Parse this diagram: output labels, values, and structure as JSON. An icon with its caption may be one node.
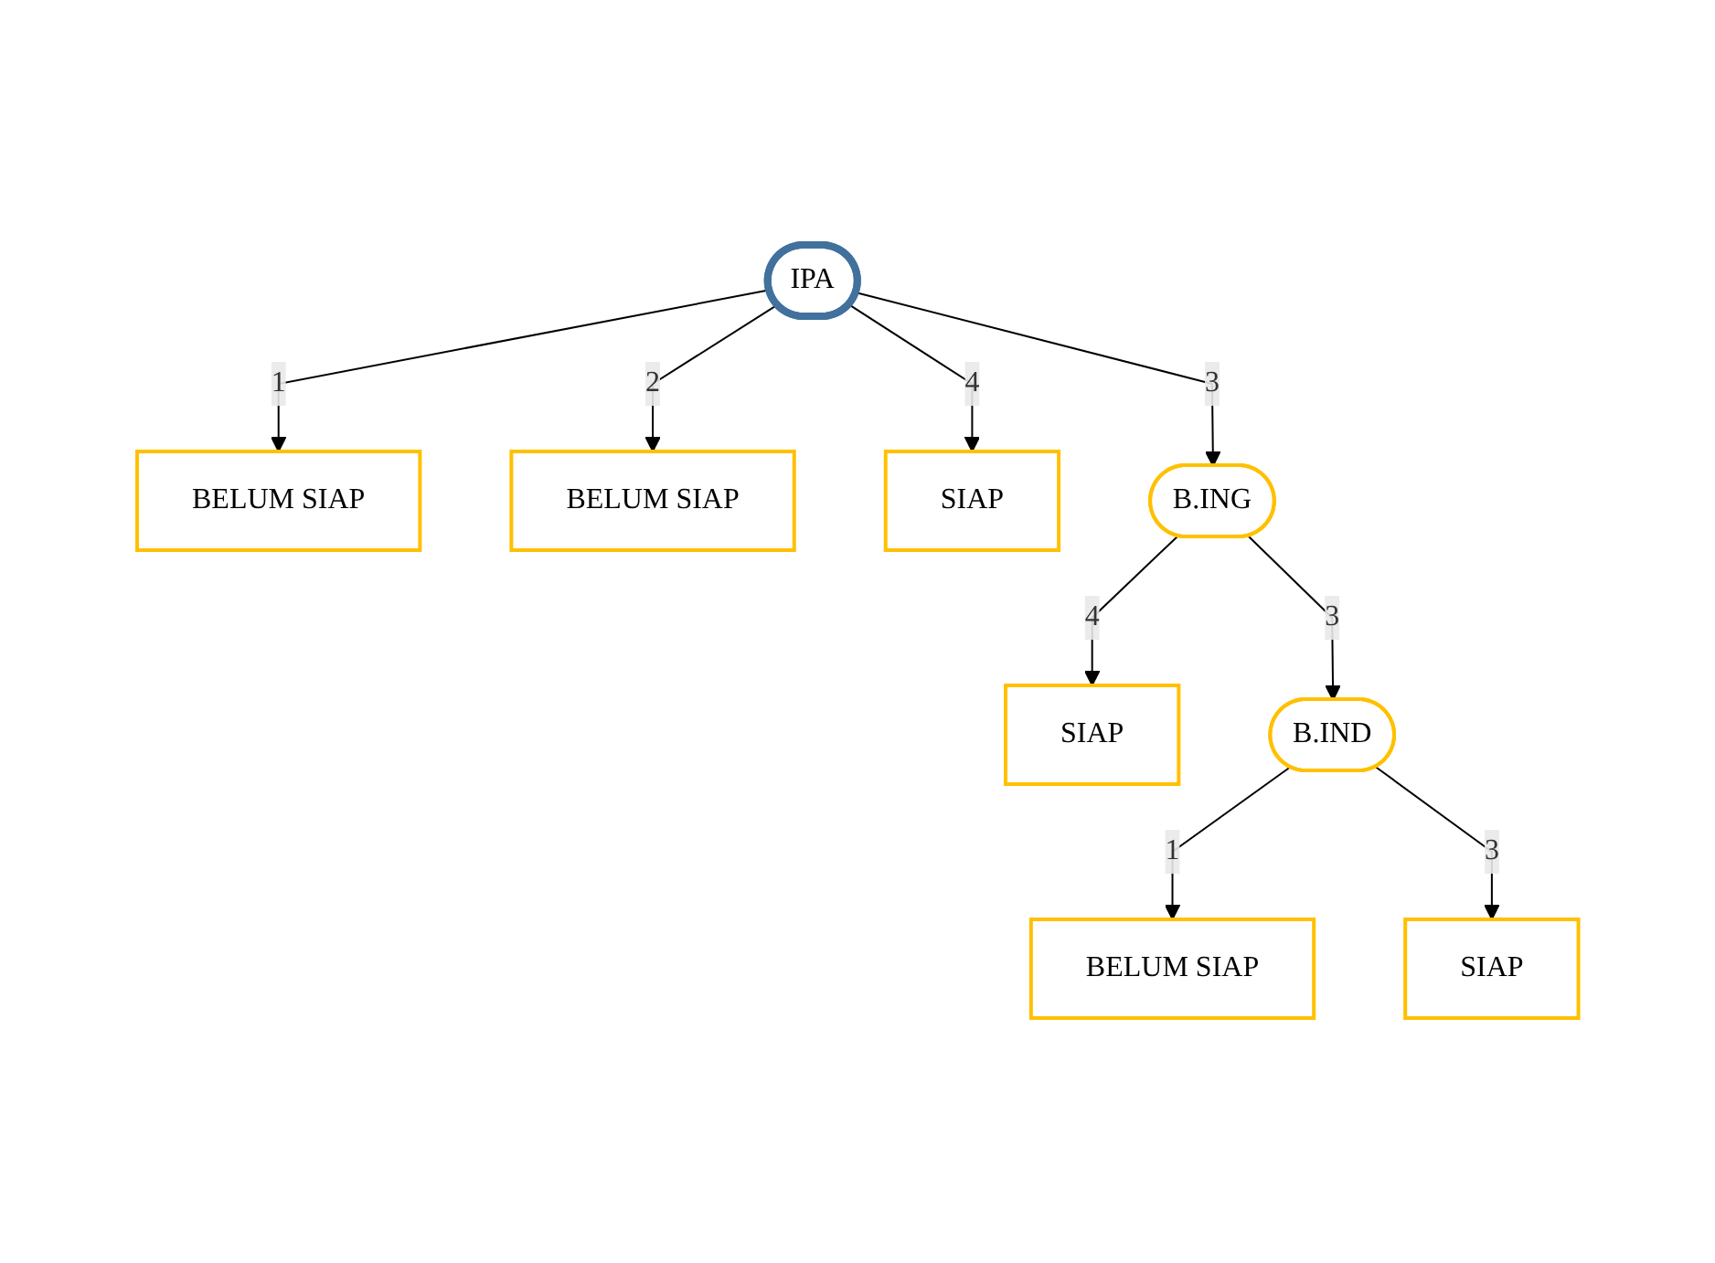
{
  "diagram": {
    "nodes": [
      {
        "text": [
          "IPA"
        ]
      },
      {
        "text": [
          "BELUM SIAP"
        ]
      },
      {
        "text": [
          "BELUM SIAP"
        ]
      },
      {
        "text": [
          "SIAP"
        ]
      },
      {
        "text": [
          "B.ING"
        ]
      },
      {
        "text": [
          "SIAP"
        ]
      },
      {
        "text": [
          "B.IND"
        ]
      },
      {
        "text": [
          "BELUM SIAP"
        ]
      },
      {
        "text": [
          "SIAP"
        ]
      }
    ],
    "edges": [
      {
        "from": 0,
        "to": 1,
        "arrow": "to",
        "label": "1"
      },
      {
        "from": 0,
        "to": 2,
        "arrow": "to",
        "label": "2"
      },
      {
        "from": 0,
        "to": 3,
        "arrow": "to",
        "label": "4"
      },
      {
        "from": 0,
        "to": 4,
        "arrow": "to",
        "label": "3"
      },
      {
        "from": 4,
        "to": 5,
        "arrow": "to",
        "label": "4"
      },
      {
        "from": 4,
        "to": 6,
        "arrow": "to",
        "label": "3"
      },
      {
        "from": 6,
        "to": 7,
        "arrow": "to",
        "label": "1"
      },
      {
        "from": 6,
        "to": 8,
        "arrow": "to",
        "label": "3"
      }
    ]
  }
}
